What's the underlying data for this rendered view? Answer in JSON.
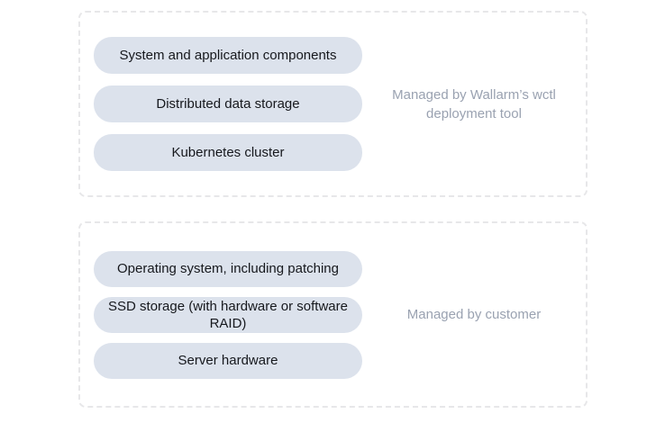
{
  "diagram": {
    "type": "responsibility-split",
    "background_color": "#ffffff",
    "pill_color": "#dce2ec",
    "pill_text_color": "#16181d",
    "caption_text_color": "#9aa2b1",
    "group_border_color": "#e7e7e9",
    "groups": [
      {
        "id": "wallarm-managed",
        "caption": "Managed by Wallarm’s wctl deployment tool",
        "caption_lines": [
          "Managed by Wallarm’s",
          "wctl deployment tool"
        ],
        "items": [
          {
            "label": "System and application components"
          },
          {
            "label": "Distributed data storage"
          },
          {
            "label": "Kubernetes cluster"
          }
        ]
      },
      {
        "id": "customer-managed",
        "caption": "Managed by customer",
        "caption_lines": [
          "Managed by customer"
        ],
        "items": [
          {
            "label": "Operating system, including patching"
          },
          {
            "label": "SSD storage (with hardware or software RAID)"
          },
          {
            "label": "Server hardware"
          }
        ]
      }
    ]
  }
}
